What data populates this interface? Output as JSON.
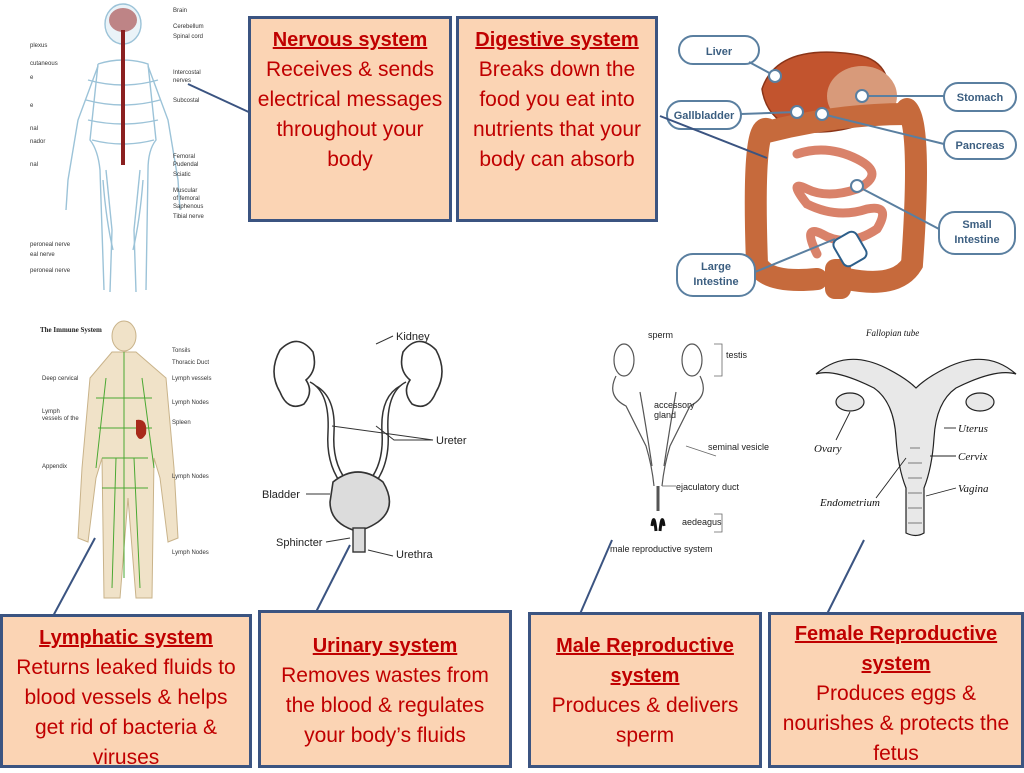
{
  "boxes": {
    "nervous": {
      "title": "Nervous system",
      "desc": "Receives & sends electrical messages throughout your body"
    },
    "digestive": {
      "title": "Digestive system",
      "desc": "Breaks down the food you eat into nutrients that your body can absorb"
    },
    "lymphatic": {
      "title": "Lymphatic system",
      "desc": "Returns leaked fluids to blood vessels & helps get rid of bacteria & viruses"
    },
    "urinary": {
      "title": "Urinary system",
      "desc": "Removes wastes from the blood & regulates your body’s fluids"
    },
    "male": {
      "title": "Male Reproductive system",
      "desc": "Produces & delivers sperm"
    },
    "female": {
      "title": "Female Reproductive system",
      "desc": "Produces eggs & nourishes & protects the fetus"
    }
  },
  "digestive_labels": {
    "liver": "Liver",
    "gallbladder": "Gallbladder",
    "stomach": "Stomach",
    "pancreas": "Pancreas",
    "small_intestine_1": "Small",
    "small_intestine_2": "Intestine",
    "large_intestine_1": "Large",
    "large_intestine_2": "Intestine"
  },
  "urinary_labels": {
    "kidney": "Kidney",
    "ureter": "Ureter",
    "bladder": "Bladder",
    "sphincter": "Sphincter",
    "urethra": "Urethra"
  },
  "male_labels": {
    "sperm": "sperm",
    "testis": "testis",
    "accessory_gland_1": "accessory",
    "accessory_gland_2": "gland",
    "seminal_vesicle": "seminal vesicle",
    "ejaculatory_duct": "ejaculatory duct",
    "aedeagus": "aedeagus",
    "caption": "male reproductive system"
  },
  "female_labels": {
    "fallopian_tube": "Fallopian tube",
    "ovary": "Ovary",
    "uterus": "Uterus",
    "cervix": "Cervix",
    "vagina": "Vagina",
    "endometrium": "Endometrium"
  },
  "lymph_labels": {
    "title": "The Immune System"
  },
  "colors": {
    "box_fill": "#fbd4b4",
    "box_border": "#3b5481",
    "text_red": "#c00000",
    "connector": "#3b5481"
  }
}
